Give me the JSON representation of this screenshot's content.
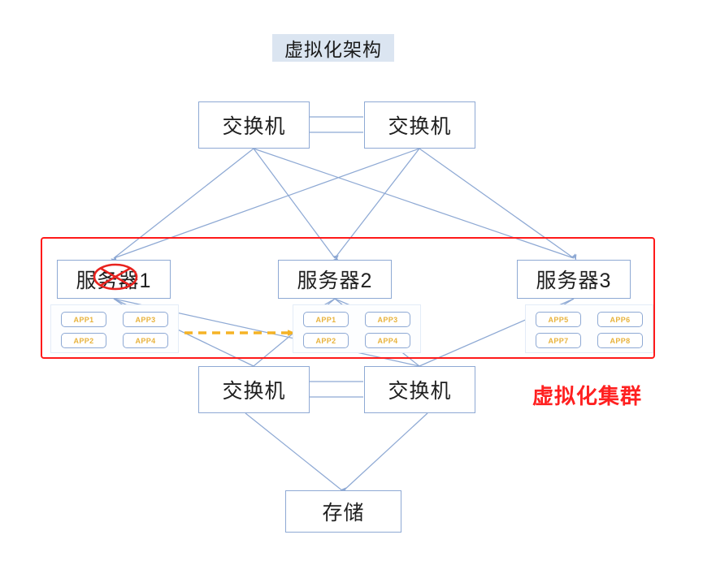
{
  "title": {
    "text": "虚拟化架构",
    "bg_color": "#dbe5f1"
  },
  "diagram": {
    "type": "network-architecture",
    "accent_line_color": "#8ea9d4",
    "cluster_color": "#ff1a1a",
    "app_text_color": "#e8b33d",
    "failover_arrow_color": "#f5b325"
  },
  "top_switches": [
    {
      "label": "交换机",
      "name": "switch-top-left"
    },
    {
      "label": "交换机",
      "name": "switch-top-right"
    }
  ],
  "bottom_switches": [
    {
      "label": "交换机",
      "name": "switch-bottom-left"
    },
    {
      "label": "交换机",
      "name": "switch-bottom-right"
    }
  ],
  "servers": [
    {
      "label": "服务器1",
      "failed": true,
      "apps": [
        "APP1",
        "APP3",
        "APP2",
        "APP4"
      ]
    },
    {
      "label": "服务器2",
      "failed": false,
      "apps": [
        "APP1",
        "APP3",
        "APP2",
        "APP4"
      ]
    },
    {
      "label": "服务器3",
      "failed": false,
      "apps": [
        "APP5",
        "APP6",
        "APP7",
        "APP8"
      ]
    }
  ],
  "storage": {
    "label": "存储"
  },
  "cluster": {
    "label": "虚拟化集群"
  }
}
